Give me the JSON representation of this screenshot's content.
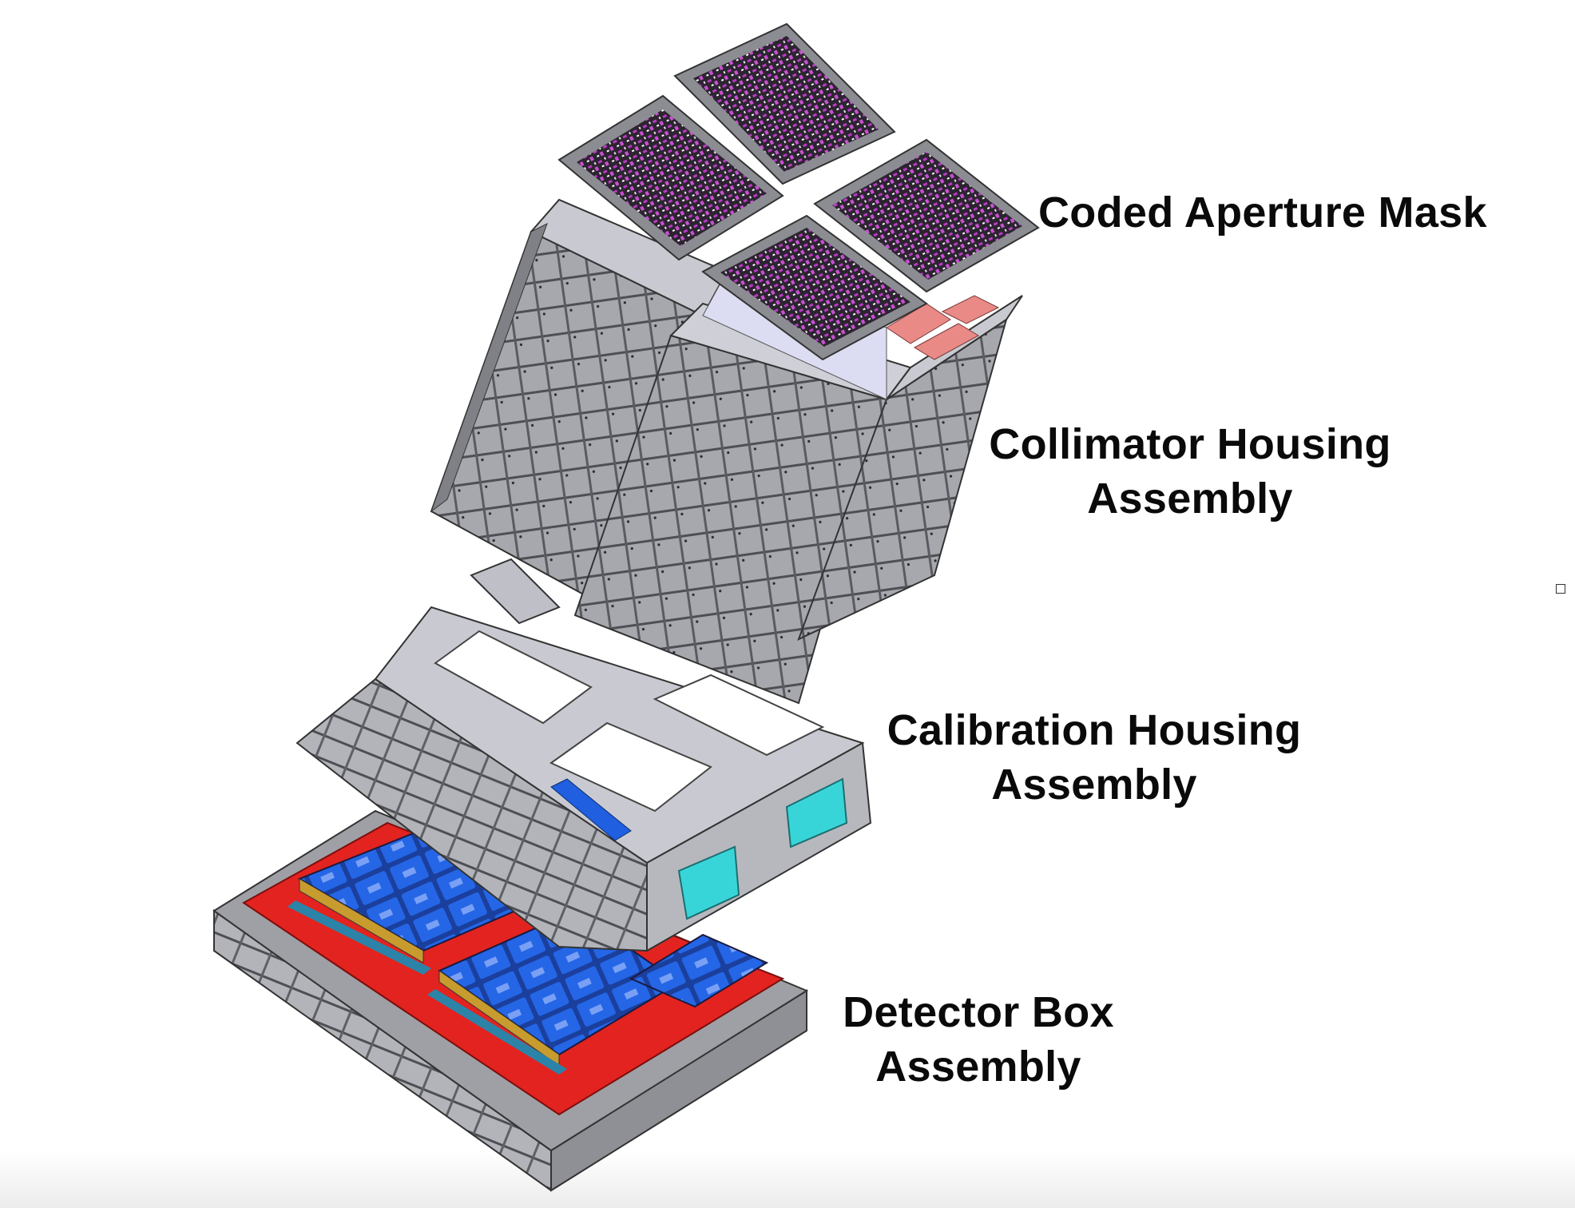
{
  "labels": {
    "mask": "Coded Aperture Mask",
    "collimator_line1": "Collimator Housing",
    "collimator_line2": "Assembly",
    "calibration_line1": "Calibration Housing",
    "calibration_line2": "Assembly",
    "detector_line1": "Detector Box",
    "detector_line2": "Assembly"
  },
  "colors": {
    "housing_gray": "#a9aaaf",
    "housing_dark": "#6f7076",
    "mask_magenta": "#b93ac4",
    "mask_dark": "#2c2430",
    "detector_blue": "#1f5fe0",
    "detector_red": "#e3231f",
    "calibration_cyan": "#38d5d8",
    "coral_pink": "#e98a86"
  },
  "icons": [
    "mask-panel-icon",
    "detector-module-icon"
  ]
}
